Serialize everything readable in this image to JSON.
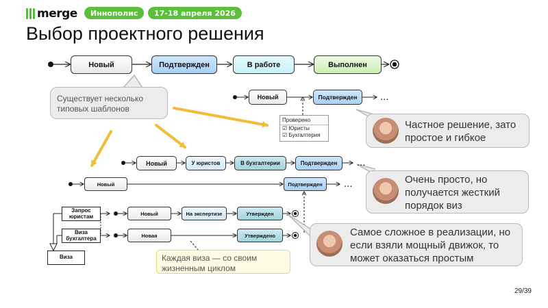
{
  "header": {
    "logo": "merge",
    "pill_city": "Иннополис",
    "pill_date": "17-18 апреля 2026"
  },
  "title": "Выбор проектного решения",
  "top_flow": [
    "Новый",
    "Подтвержден",
    "В работе",
    "Выполнен"
  ],
  "callout_templates": "Существует несколько типовых шаблонов",
  "variant1": {
    "states": [
      "Новый",
      "Подтвержден"
    ],
    "ellipsis": "...",
    "checklist_title": "Проверено",
    "checklist_items": [
      "Юристы",
      "Бухгалтерия"
    ],
    "check_mark": "☑"
  },
  "variant2": {
    "states": [
      "Новый",
      "У юристов",
      "В бухгалтерии",
      "Подтвержден"
    ],
    "ellipsis": "..."
  },
  "variant3": {
    "main": [
      "Новый",
      "Подтвержден"
    ],
    "ellipsis": "...",
    "row1": [
      "Новый",
      "На экспертизе",
      "Утвержден"
    ],
    "row2": [
      "Новая",
      "Утверждено"
    ],
    "activities": [
      "Запрос юристам",
      "Виза бухгалтера",
      "Виза"
    ]
  },
  "note_visa": "Каждая виза — со своим жизненным циклом",
  "comments": [
    "Частное решение, зато простое и гибкое",
    "Очень просто, но получается жесткий порядок виз",
    "Самое сложное в реализации, но если взяли мощный движок, то может оказаться простым"
  ],
  "page_number": "29/39",
  "colors": {
    "brand_green": "#5bbf3a",
    "arrow_orange": "#f0bc3a",
    "state_blue": "#a8d0f5"
  }
}
